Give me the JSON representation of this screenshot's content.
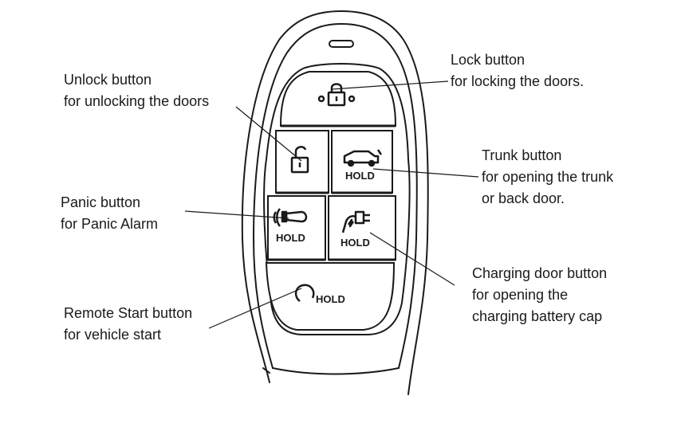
{
  "callouts": {
    "lock": {
      "title": "Lock button",
      "desc": [
        "for locking the doors."
      ]
    },
    "unlock": {
      "title": "Unlock button",
      "desc": [
        "for unlocking the doors"
      ]
    },
    "trunk": {
      "title": "Trunk button",
      "desc": [
        "for opening the trunk",
        "or back door."
      ]
    },
    "panic": {
      "title": "Panic button",
      "desc": [
        "for Panic Alarm"
      ]
    },
    "charging": {
      "title": "Charging door button",
      "desc": [
        "for opening the",
        "charging battery cap"
      ]
    },
    "start": {
      "title": "Remote Start button",
      "desc": [
        "for vehicle start"
      ]
    }
  },
  "key_labels": {
    "trunk_hold": "HOLD",
    "panic_hold": "HOLD",
    "charging_hold": "HOLD",
    "start_hold": "HOLD"
  },
  "icons": {
    "lock": "locked-padlock-icon",
    "unlock": "unlocked-padlock-icon",
    "trunk": "car-trunk-icon",
    "panic": "horn-icon",
    "charging": "charging-plug-icon",
    "start": "power-icon"
  },
  "colors": {
    "line": "#1a1a1a",
    "background": "#ffffff",
    "key_fill": "#ffffff"
  }
}
